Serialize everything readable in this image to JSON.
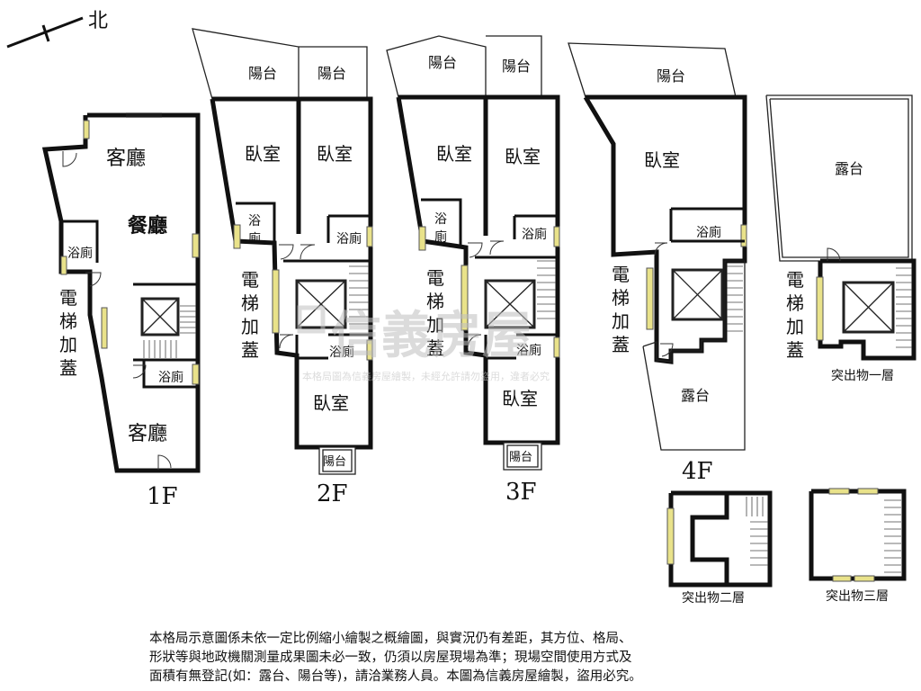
{
  "compass": {
    "north": "北"
  },
  "floors": {
    "f1": {
      "name": "1F",
      "living_top": "客廳",
      "dining": "餐廳",
      "bath": "浴廁",
      "elevator": [
        "電",
        "梯",
        "加",
        "蓋"
      ],
      "bath2": "浴廁",
      "living_bottom": "客廳"
    },
    "f2": {
      "name": "2F",
      "balcony_left": "陽台",
      "balcony_right": "陽台",
      "bedroom_left": "臥室",
      "bedroom_right": "臥室",
      "bath_left": [
        "浴",
        "廁"
      ],
      "bath_right": "浴廁",
      "elevator": [
        "電",
        "梯",
        "加",
        "蓋"
      ],
      "bath_lower": "浴廁",
      "bedroom_lower": "臥室",
      "balcony_front": "陽台"
    },
    "f3": {
      "name": "3F",
      "balcony_left": "陽台",
      "balcony_right": "陽台",
      "bedroom_left": "臥室",
      "bedroom_right": "臥室",
      "bath_left": [
        "浴",
        "廁"
      ],
      "bath_right": "浴廁",
      "elevator": [
        "電",
        "梯",
        "加",
        "蓋"
      ],
      "bath_lower": "浴廁",
      "bedroom_lower": "臥室",
      "balcony_front": "陽台"
    },
    "f4": {
      "name": "4F",
      "balcony": "陽台",
      "bedroom": "臥室",
      "bath": "浴廁",
      "elevator": [
        "電",
        "梯",
        "加",
        "蓋"
      ],
      "terrace": "露台"
    },
    "r1": {
      "name": "突出物一層",
      "terrace": "露台",
      "elevator": [
        "電",
        "梯",
        "加",
        "蓋"
      ]
    },
    "r2": {
      "name": "突出物二層"
    },
    "r3": {
      "name": "突出物三層"
    }
  },
  "watermark": {
    "brand": "信義房屋",
    "line": "本格局圖為信義房屋繪製，未經允許請勿盜用，違者必究"
  },
  "notes": [
    "本格局示意圖係未依一定比例縮小繪製之概繪圖，與實況仍有差距，其方位、格局、",
    "形狀等與地政機關測量成果圖未必一致，仍須以房屋現場為準；現場空間使用方式及",
    "面積有無登記(如：露台、陽台等)，請洽業務人員。本圖為信義房屋繪製，盜用必究。"
  ],
  "colors": {
    "wall": "#111111",
    "window": "#e9e28a",
    "watermark": "#bfbfbf"
  }
}
